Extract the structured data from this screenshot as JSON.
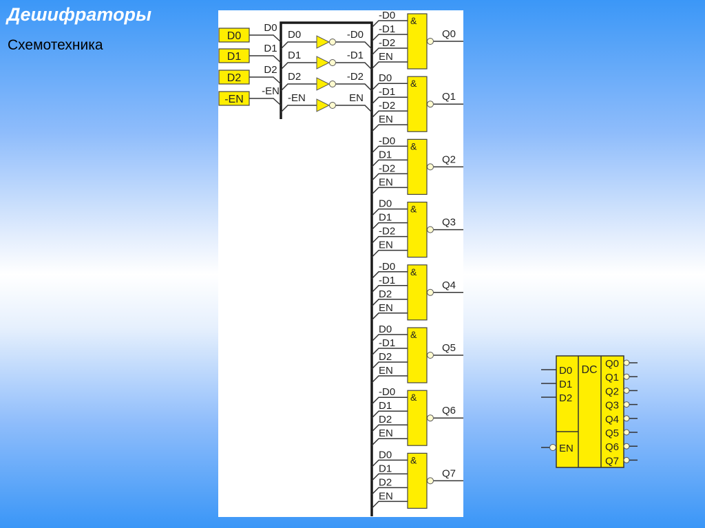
{
  "slide": {
    "title": "Дешифраторы",
    "subtitle": "Схемотехника"
  },
  "colors": {
    "gate_fill": "#ffee00",
    "wire": "#333333",
    "bus": "#1a1a1a",
    "bubble": "#fffbd0"
  },
  "input_pins": [
    {
      "label": "D0",
      "wire_label": "D0"
    },
    {
      "label": "D1",
      "wire_label": "D1"
    },
    {
      "label": "D2",
      "wire_label": "D2"
    },
    {
      "label": "-EN",
      "wire_label": "-EN"
    }
  ],
  "inverters": [
    {
      "in": "D0",
      "out": "-D0"
    },
    {
      "in": "D1",
      "out": "-D1"
    },
    {
      "in": "D2",
      "out": "-D2"
    },
    {
      "in": "-EN",
      "out": "EN"
    }
  ],
  "and_gates": [
    {
      "symbol": "&",
      "inputs": [
        "-D0",
        "-D1",
        "-D2",
        "EN"
      ],
      "output": "Q0"
    },
    {
      "symbol": "&",
      "inputs": [
        "D0",
        "-D1",
        "-D2",
        "EN"
      ],
      "output": "Q1"
    },
    {
      "symbol": "&",
      "inputs": [
        "-D0",
        "D1",
        "-D2",
        "EN"
      ],
      "output": "Q2"
    },
    {
      "symbol": "&",
      "inputs": [
        "D0",
        "D1",
        "-D2",
        "EN"
      ],
      "output": "Q3"
    },
    {
      "symbol": "&",
      "inputs": [
        "-D0",
        "-D1",
        "D2",
        "EN"
      ],
      "output": "Q4"
    },
    {
      "symbol": "&",
      "inputs": [
        "D0",
        "-D1",
        "D2",
        "EN"
      ],
      "output": "Q5"
    },
    {
      "symbol": "&",
      "inputs": [
        "-D0",
        "D1",
        "D2",
        "EN"
      ],
      "output": "Q6"
    },
    {
      "symbol": "&",
      "inputs": [
        "D0",
        "D1",
        "D2",
        "EN"
      ],
      "output": "Q7"
    }
  ],
  "dc_symbol": {
    "type_label": "DC",
    "inputs": [
      "D0",
      "D1",
      "D2"
    ],
    "enable": "EN",
    "outputs": [
      "Q0",
      "Q1",
      "Q2",
      "Q3",
      "Q4",
      "Q5",
      "Q6",
      "Q7"
    ]
  }
}
